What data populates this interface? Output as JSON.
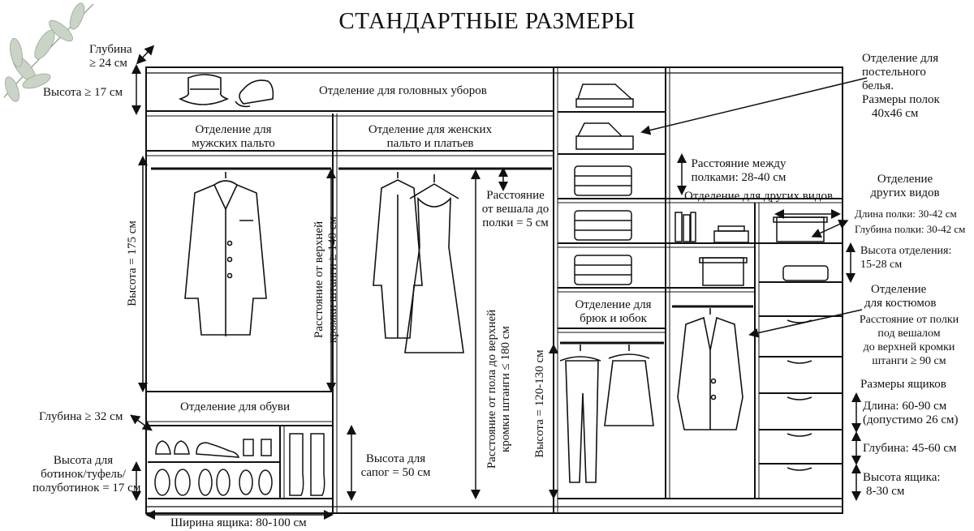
{
  "title": "СТАНДАРТНЫЕ РАЗМЕРЫ",
  "labels": {
    "depth_top": [
      "Глубина",
      "≥ 24 см"
    ],
    "height_top": "Высота ≥ 17 см",
    "headwear": "Отделение для головных уборов",
    "mens_coat": [
      "Отделение для",
      "мужских пальто"
    ],
    "womens_coat": [
      "Отделение для женских",
      "пальто и платьев"
    ],
    "height_175": "Высота = 175 см",
    "rod_to_shelf_140": [
      "Расстояние от верхней",
      "кромки штанги ≥ 140 см"
    ],
    "hanger_to_shelf": [
      "Расстояние",
      "от вешала до",
      "полки = 5 см"
    ],
    "floor_to_rod_180": [
      "Расстояние от пола до верхней",
      "кромки штанги ≤ 180 см"
    ],
    "bedding": [
      "Отделение для",
      "постельного",
      "белья.",
      "Размеры полок",
      "40х46 см"
    ],
    "shelf_gap": [
      "Расстояние между",
      "полками: 28-40 см"
    ],
    "other_kinds": "Отделение для других видов",
    "other_kinds_right": [
      "Отделение",
      "других видов"
    ],
    "shelf_length": "Длина полки: 30-42 см",
    "shelf_depth": "Глубина полки: 30-42 см",
    "section_height": [
      "Высота отделения:",
      "15-28 см"
    ],
    "suits": [
      "Отделение",
      "для костюмов"
    ],
    "suit_distance": [
      "Расстояние от полки",
      "под вешалом",
      "до верхней кромки",
      "штанги ≥ 90 см"
    ],
    "trousers": [
      "Отделение для",
      "брюк и юбок"
    ],
    "height_120_130": "Высота = 120-130 см",
    "drawer_sizes": "Размеры ящиков",
    "drawer_length": [
      "Длина: 60-90 см",
      "(допустимо 26 см)"
    ],
    "drawer_depth": "Глубина: 45-60 см",
    "drawer_height": [
      "Высота ящика:",
      "8-30 см"
    ],
    "shoes": "Отделение для обуви",
    "depth_32": "Глубина ≥ 32 см",
    "boots_height": [
      "Высота для",
      "ботинок/туфель/",
      "полуботинок = 17 см"
    ],
    "tall_boots": [
      "Высота для",
      "сапог = 50 см"
    ],
    "drawer_width": "Ширина ящика: 80-100 см"
  },
  "icons": [
    "leaf-branch-icon",
    "fedora-hat-icon",
    "baseball-cap-icon",
    "folded-linen-icon",
    "mens-coat-icon",
    "womens-coat-icon",
    "dress-icon",
    "suit-jacket-icon",
    "trousers-icon",
    "skirt-icon",
    "sneaker-icon",
    "heeled-shoe-icon",
    "tall-boot-icon",
    "storage-box-icon",
    "books-icon"
  ]
}
